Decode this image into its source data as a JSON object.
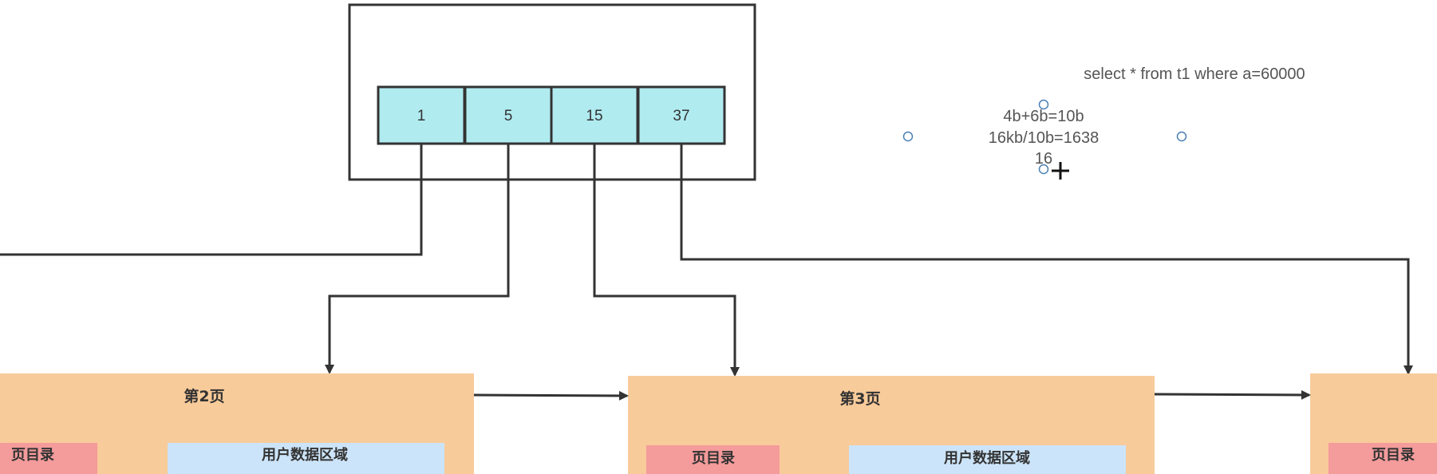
{
  "colors": {
    "key_fill": "#b0ebf0",
    "page_fill": "#f8cb9a",
    "directory_fill": "#f49b9b",
    "user_data_fill": "#cce4f9",
    "line": "#333333",
    "handle": "#4a7fb5"
  },
  "root_node": {
    "keys": [
      "1",
      "5",
      "15",
      "37"
    ]
  },
  "notes": {
    "query": "select * from t1 where a=60000",
    "calc_line1": "4b+6b=10b",
    "calc_line2": "16kb/10b=1638",
    "calc_line3": "16"
  },
  "pages": [
    {
      "title": "第2页",
      "directory_label": "页目录",
      "user_data_label": "用户数据区域"
    },
    {
      "title": "第3页",
      "directory_label": "页目录",
      "user_data_label": "用户数据区域"
    },
    {
      "title": "",
      "directory_label": "页目录",
      "user_data_label": ""
    }
  ]
}
